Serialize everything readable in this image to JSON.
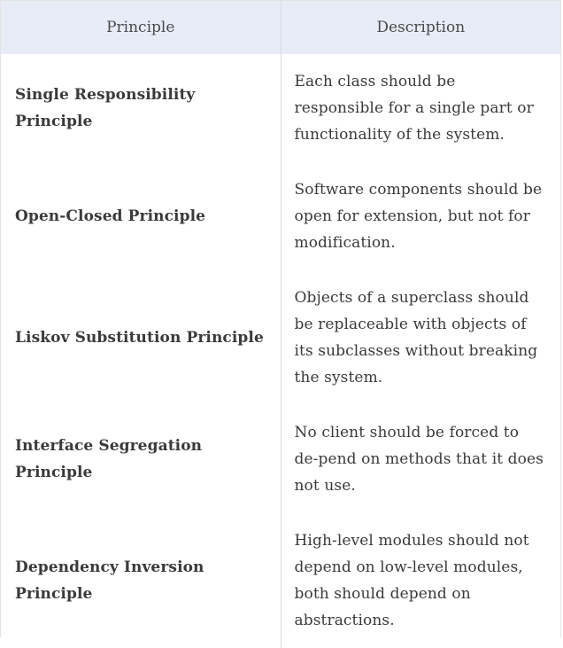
{
  "table": {
    "headers": [
      "Principle",
      "Description"
    ],
    "rows": [
      {
        "principle": "Single Responsibility Principle",
        "description": "Each class should be responsible for a single part or functionality of the system."
      },
      {
        "principle": "Open-Closed Principle",
        "description": "Software components should be open for extension, but not for modification."
      },
      {
        "principle": "Liskov Substitution Principle",
        "description": "Objects of a superclass should be replaceable with objects of its subclasses without breaking the system."
      },
      {
        "principle": "Interface Segregation Principle",
        "description": "No client should be forced to de-pend on methods that it does not use."
      },
      {
        "principle": "Dependency Inversion Principle",
        "description": "High-level modules should not depend on low-level modules, both should depend on abstractions."
      }
    ]
  }
}
